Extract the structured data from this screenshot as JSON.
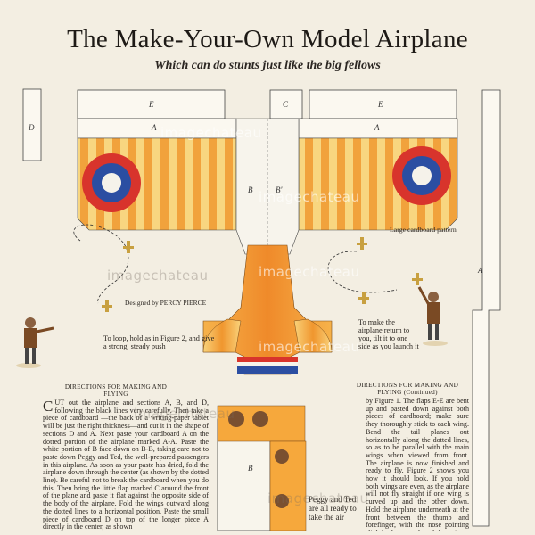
{
  "header": {
    "title": "The Make-Your-Own Model Airplane",
    "subtitle": "Which can do stunts just like the big fellows"
  },
  "pieces": {
    "d": "D",
    "e_left": "E",
    "c": "C",
    "e_right": "E",
    "a_left": "A",
    "a_right": "A",
    "b": "B",
    "b_prime": "B'",
    "a_strip": "A",
    "b_lower": "B"
  },
  "captions": {
    "designed_prefix": "Designed by",
    "designer": "PERCY PIERCE",
    "loop": "To loop, hold as in Figure 2, and give a strong, steady push",
    "return": "To make the airplane return to you, tilt it to one side as you launch it",
    "pattern": "Large cardboard pattern",
    "peggy_ted": "Peggy and Ted are all ready to take the air"
  },
  "directions_left": {
    "heading": "DIRECTIONS FOR MAKING AND FLYING",
    "dropcap": "C",
    "body": "UT out the airplane and sections A, B, and D, following the black lines very carefully. Then take a piece of cardboard —the back of a writing-paper tablet will be just the right thickness—and cut it in the shape of sections D and A. Next paste your cardboard A on the dotted portion of the airplane marked A-A. Paste the white portion of B face down on B-B, taking care not to paste down Peggy and Ted, the well-prepared passengers in this airplane. As soon as your paste has dried, fold the airplane down through the center (as shown by the dotted line). Be careful not to break the cardboard when you do this. Then bring the little flap marked C around the front of the plane and paste it flat against the opposite side of the body of the airplane. Fold the wings outward along the dotted lines to a horizontal position. Paste the small piece of cardboard D on top of the longer piece A directly in the center, as shown"
  },
  "directions_right": {
    "heading": "DIRECTIONS FOR MAKING AND FLYING (Continued)",
    "body": "by Figure 1. The flaps E-E are bent up and pasted down against both pieces of cardboard; make sure they thoroughly stick to each wing. Bend the tail planes out horizontally along the dotted lines, so as to be parallel with the main wings when viewed from front. The airplane is now finished and ready to fly. Figure 2 shows you how it should look. If you hold both wings are even, as the airplane will not fly straight if one wing is curved up and the other down. Hold the airplane underneath at the front between the thumb and forefinger, with the nose pointing slightly downward, and then give a steady push and let go. If the airplane dives, bend the tail planes upward slightly, as shown in Figure 3. If it turns to one side, bend upward the rear edge of the wing on the opposite side. The airplane will loop the loop, spiral, and fly in a wide curve that brings it back to you. Experiment with it and see."
  },
  "watermark": "imagechateau",
  "colors": {
    "paper": "#f3eee2",
    "wing_orange": "#f2a53a",
    "wing_yellow": "#f8d77a",
    "roundel_red": "#d8342c",
    "roundel_blue": "#2b4ea2"
  }
}
